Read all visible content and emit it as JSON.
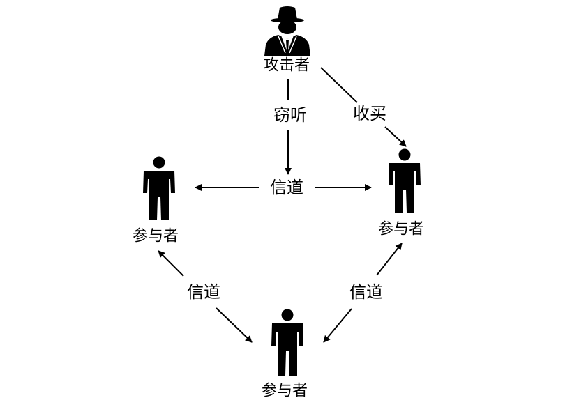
{
  "nodes": {
    "attacker": {
      "label": "攻击者",
      "icon": "spy-icon"
    },
    "participant_left": {
      "label": "参与者",
      "icon": "person-icon"
    },
    "participant_right": {
      "label": "参与者",
      "icon": "person-icon"
    },
    "participant_bottom": {
      "label": "参与者",
      "icon": "person-icon"
    }
  },
  "edges": {
    "eavesdrop": "窃听",
    "bribe": "收买",
    "channel_top": "信道",
    "channel_left": "信道",
    "channel_right": "信道"
  },
  "colors": {
    "ink": "#000000",
    "background": "#ffffff"
  }
}
